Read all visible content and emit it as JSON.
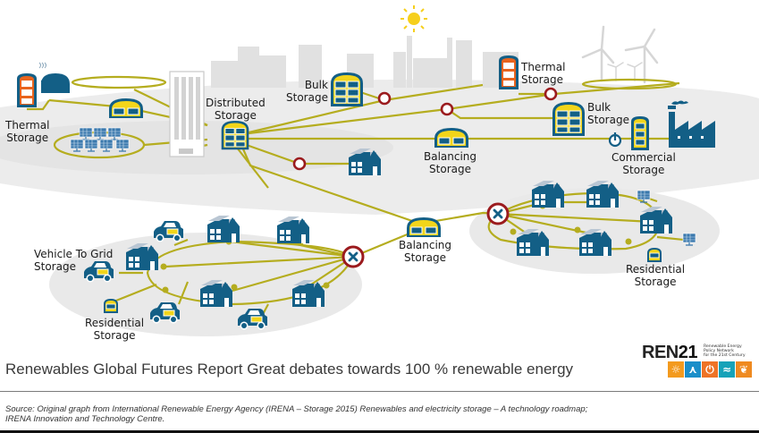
{
  "diagram": {
    "labels": {
      "thermal_storage_left": [
        "Thermal",
        "Storage"
      ],
      "distributed_storage": [
        "Distributed",
        "Storage"
      ],
      "bulk_storage_center": [
        "Bulk",
        "Storage"
      ],
      "thermal_storage_right": [
        "Thermal",
        "Storage"
      ],
      "bulk_storage_right": [
        "Bulk",
        "Storage"
      ],
      "balancing_storage_upper": [
        "Balancing",
        "Storage"
      ],
      "commercial_storage": [
        "Commercial",
        "Storage"
      ],
      "balancing_storage_middle": [
        "Balancing",
        "Storage"
      ],
      "vehicle_to_grid_storage": [
        "Vehicle To Grid",
        "Storage"
      ],
      "residential_storage_left": [
        "Residential",
        "Storage"
      ],
      "residential_storage_right": [
        "Residential",
        "Storage"
      ]
    },
    "colors": {
      "grid_line": "#b5ad1f",
      "icon_blue": "#135f86",
      "storage_yellow": "#f2d51a",
      "thermal_orange": "#e8641e",
      "node_red": "#9b1b1e",
      "sun_yellow": "#f6cf1c",
      "background_zone": "#ebebeb",
      "skyline_gray": "#e0e0e0"
    }
  },
  "footer": {
    "title": "Renewables Global Futures Report Great debates towards 100 % renewable energy",
    "source_line1": "Source: Original graph from International Renewable Energy Agency (IRENA – Storage 2015) Renewables and electricity storage – A technology roadmap;",
    "source_line2": "IRENA Innovation and Technology Centre."
  },
  "logo": {
    "wordmark_prefix": "REN",
    "wordmark_number": "21",
    "tagline": [
      "Renewable Energy",
      "Policy Network",
      "for the 21st Century"
    ],
    "tiles": [
      {
        "icon": "sun-icon",
        "glyph": "☼",
        "color": "#f39a1e"
      },
      {
        "icon": "wind-turbine-icon",
        "glyph": "⋏",
        "color": "#1a8ec9"
      },
      {
        "icon": "power-icon",
        "glyph": "⏻",
        "color": "#ee7326"
      },
      {
        "icon": "water-wave-icon",
        "glyph": "≈",
        "color": "#16a2b8"
      },
      {
        "icon": "leaf-icon",
        "glyph": "❦",
        "color": "#ef8a20"
      }
    ]
  }
}
